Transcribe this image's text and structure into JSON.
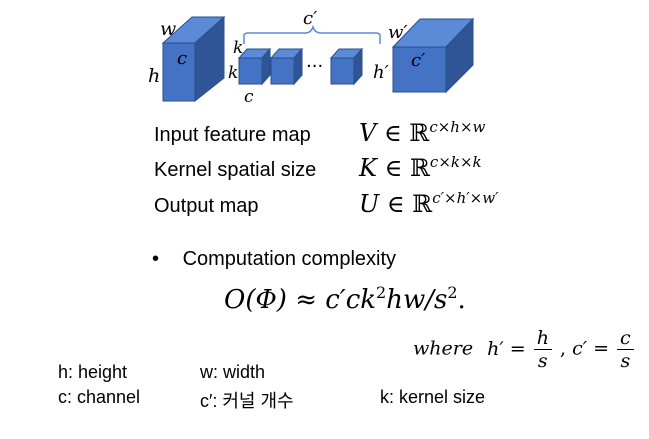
{
  "diagram": {
    "input_block": {
      "label_w": "w",
      "label_h": "h",
      "label_c": "c"
    },
    "kernels": {
      "top_label": "c′",
      "label_k_top": "k",
      "label_k_side": "k",
      "label_c": "c",
      "ellipsis": "···"
    },
    "output_block": {
      "label_w": "w′",
      "label_h": "h′",
      "label_c": "c′"
    },
    "colors": {
      "front": "#4472c4",
      "top": "#5b8ad6",
      "side": "#2f5597",
      "edge": "#2a4f8f",
      "brace": "#5b8ad6"
    }
  },
  "definitions": [
    {
      "label": "Input feature map",
      "sym": "V",
      "set": "ℝ",
      "exp": "c×h×w"
    },
    {
      "label": "Kernel spatial size",
      "sym": "K",
      "set": "ℝ",
      "exp": "c×k×k"
    },
    {
      "label": "Output map",
      "sym": "U",
      "set": "ℝ",
      "exp": "c′×h′×w′"
    }
  ],
  "bullet": {
    "marker": "•",
    "text": "Computation complexity"
  },
  "complexity_formula": {
    "lhs": "O(Φ)",
    "op": "≈",
    "rhs": "c′ck",
    "sq": "2",
    "mid": "hw/s",
    "sq2": "2",
    "end": "."
  },
  "where_clause": {
    "word": "where",
    "h_prime": "h′ =",
    "h_num": "h",
    "h_den": "s",
    "sep": ",",
    "c_prime": "c′ =",
    "c_num": "c",
    "c_den": "s"
  },
  "legend": {
    "height": "h: height",
    "width": "w: width",
    "channel": "c: channel",
    "kernel_count": "c′: 커널 개수",
    "kernel_size": "k: kernel size"
  }
}
